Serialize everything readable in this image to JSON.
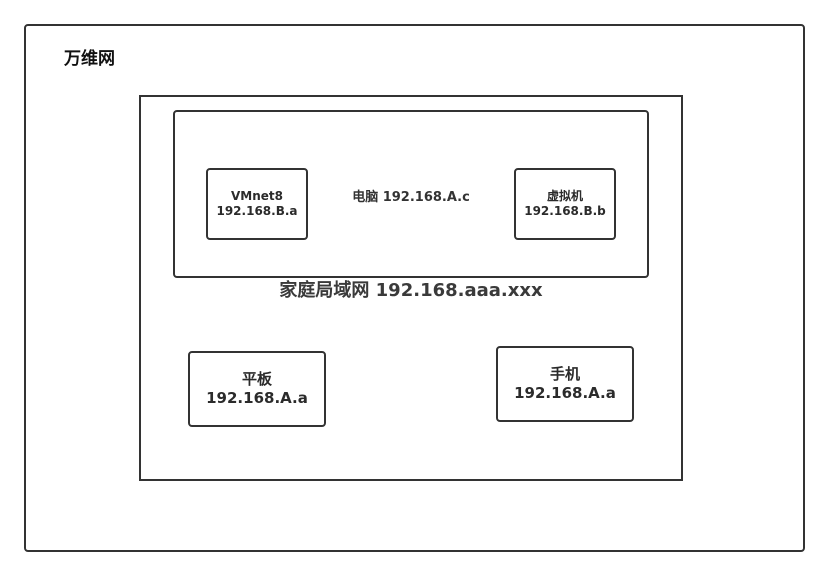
{
  "www": {
    "label": "万维网"
  },
  "lan": {
    "label": "家庭局域网 192.168.aaa.xxx"
  },
  "computer": {
    "label": "电脑 192.168.A.c"
  },
  "vmnet8": {
    "name": "VMnet8",
    "ip": "192.168.B.a"
  },
  "vm": {
    "name": "虚拟机",
    "ip": "192.168.B.b"
  },
  "tablet": {
    "name": "平板",
    "ip": "192.168.A.a"
  },
  "phone": {
    "name": "手机",
    "ip": "192.168.A.a"
  }
}
